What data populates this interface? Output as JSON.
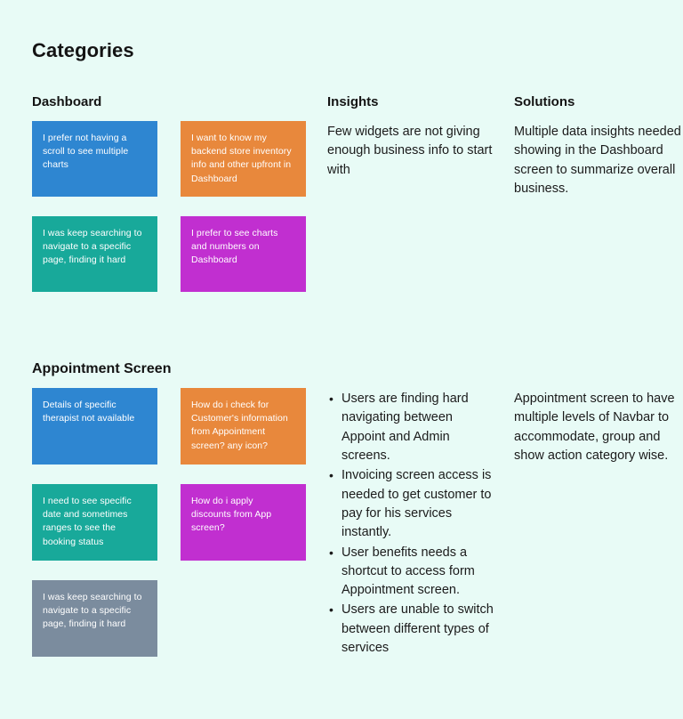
{
  "page": {
    "title": "Categories",
    "background_color": "#e8fbf6"
  },
  "columns": {
    "notes_label": "Dashboard",
    "insights_label": "Insights",
    "solutions_label": "Solutions"
  },
  "palette": {
    "blue": "#2e86d1",
    "orange": "#e8883c",
    "teal": "#18a99a",
    "magenta": "#c12fd0",
    "slate": "#7b8c9e",
    "background": "#e8fbf6",
    "text": "#1b1b1b"
  },
  "sections": [
    {
      "title": "Dashboard",
      "notes": [
        {
          "color": "blue",
          "text": "I prefer not having a scroll to see multiple charts"
        },
        {
          "color": "orange",
          "text": "I want to know my backend store inventory info and other upfront in Dashboard"
        },
        {
          "color": "teal",
          "text": "I was keep searching to navigate to a specific page, finding it hard"
        },
        {
          "color": "magenta",
          "text": "I prefer to see charts and numbers on Dashboard"
        }
      ],
      "insights": "Few widgets are not giving enough business info to start with",
      "solution": "Multiple data insights needed showing in the Dashboard screen to summarize overall business."
    },
    {
      "title": "Appointment Screen",
      "notes": [
        {
          "color": "blue",
          "text": "Details of specific therapist not available"
        },
        {
          "color": "orange",
          "text": "How do i check for Customer's information from Appointment screen? any icon?"
        },
        {
          "color": "teal",
          "text": "I need to see specific date and sometimes ranges to see the booking status"
        },
        {
          "color": "magenta",
          "text": "How do i apply discounts from App screen?"
        },
        {
          "color": "slate",
          "text": "I was keep searching to navigate to a specific page, finding it hard"
        }
      ],
      "insights_bullets": [
        "Users are finding hard navigating between Appoint and Admin screens.",
        "Invoicing screen access is needed to get customer to pay for his services instantly.",
        "User benefits needs a shortcut to access form Appointment screen.",
        "Users are unable to switch between different types of services"
      ],
      "solution": "Appointment screen to have multiple levels of Navbar to accommodate, group and show action category wise."
    }
  ]
}
